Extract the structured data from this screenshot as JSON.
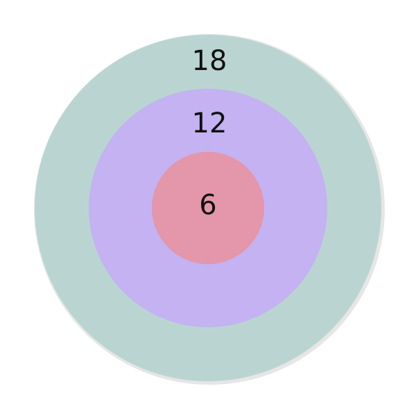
{
  "rings": [
    {
      "id": "outer",
      "label": "18",
      "color": "#bad5d1"
    },
    {
      "id": "middle",
      "label": "12",
      "color": "#c4b2f2"
    },
    {
      "id": "inner",
      "label": "6",
      "color": "#e496aa"
    }
  ],
  "shadow_color": "#e6e6e6"
}
